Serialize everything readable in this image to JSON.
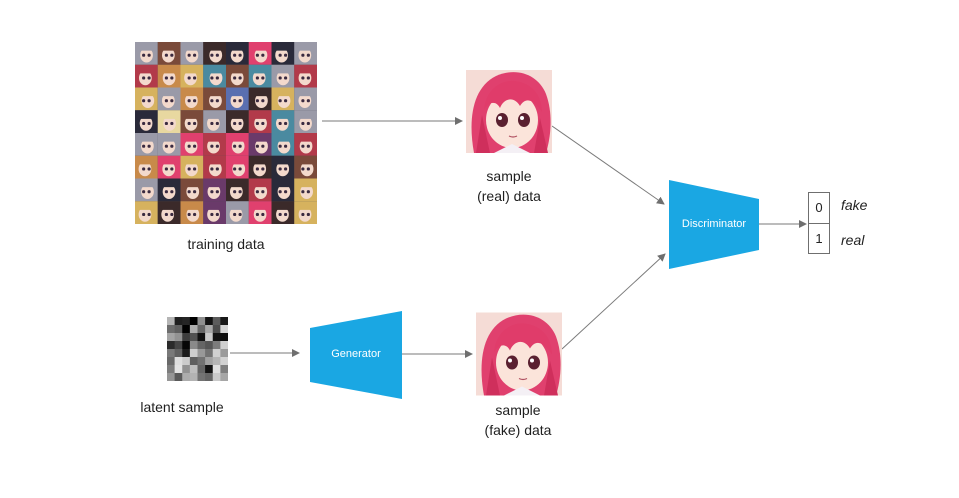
{
  "nodes": {
    "training_data": {
      "label": "training data"
    },
    "latent_sample": {
      "label": "latent sample"
    },
    "generator": {
      "label": "Generator"
    },
    "discriminator": {
      "label": "Discriminator"
    },
    "sample_real": {
      "label_line1": "sample",
      "label_line2": "(real) data"
    },
    "sample_fake": {
      "label_line1": "sample",
      "label_line2": "(fake) data"
    }
  },
  "output": {
    "cells": [
      {
        "value": "0",
        "label": "fake"
      },
      {
        "value": "1",
        "label": "real"
      }
    ]
  },
  "colors": {
    "block": "#1aa7e3",
    "arrow": "#7a7a7a",
    "hair": "#e0406e",
    "face_bg": "#f5dcd6"
  },
  "icons": {
    "training_grid": "anime-face-grid-image",
    "latent": "noise-image",
    "sample": "anime-face-image"
  }
}
